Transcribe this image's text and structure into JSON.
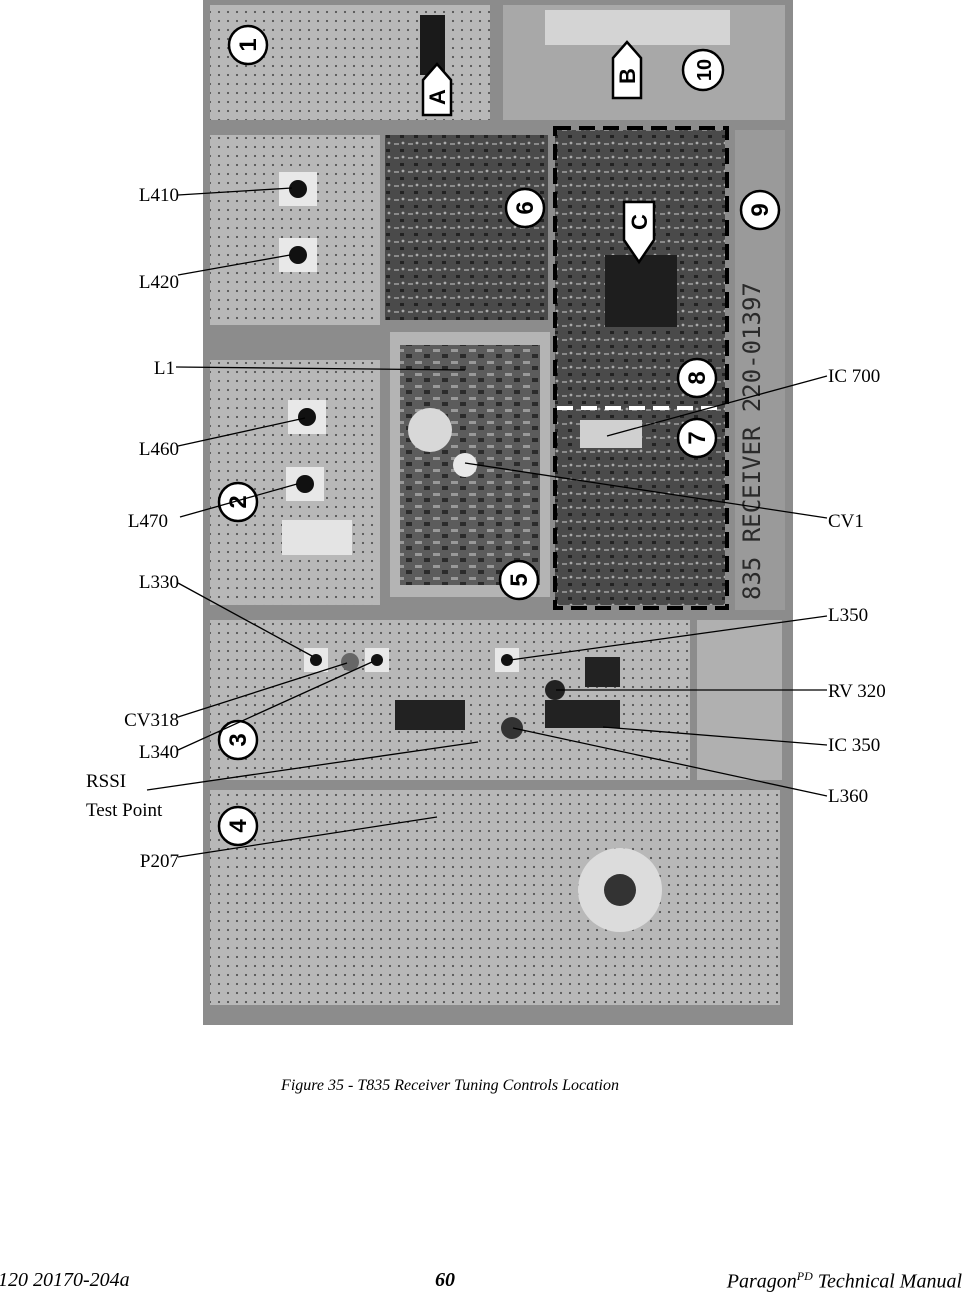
{
  "figure": {
    "caption": "Figure 35 - T835 Receiver Tuning Controls Location",
    "board_silkscreen": "835 RECEIVER 220-01397",
    "section_numbers": [
      "1",
      "2",
      "3",
      "4",
      "5",
      "6",
      "7",
      "8",
      "9",
      "10"
    ],
    "letter_markers": [
      "A",
      "B",
      "C"
    ],
    "left_labels": [
      "L410",
      "L420",
      "L1",
      "L460",
      "L470",
      "L330",
      "CV318",
      "L340",
      "RSSI",
      "Test Point",
      "P207"
    ],
    "right_labels": [
      "IC 700",
      "CV1",
      "L350",
      "RV 320",
      "IC 350",
      "L360"
    ]
  },
  "footer": {
    "doc_number": "120 20170-204a",
    "page": "60",
    "brand": "Paragon",
    "brand_sup": "PD",
    "manual": " Technical Manual"
  },
  "colors": {
    "background": "#ffffff",
    "photo_light": "#c8c8c8",
    "photo_dark": "#3a3a3a"
  }
}
